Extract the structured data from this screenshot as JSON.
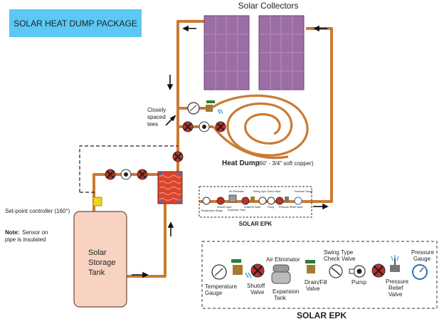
{
  "title": "SOLAR HEAT DUMP PACKAGE",
  "collectors_label": "Solar Collectors",
  "tees_label": [
    "Closely",
    "spaced",
    "tees"
  ],
  "heat_dump_label": "Heat Dump",
  "heat_dump_spec": "(60' - 3/4\" soft copper)",
  "setpoint_label": "Set-point controller (160°)",
  "note_bold": "Note:",
  "note_text": [
    "Sensor on",
    "pipe is insulated"
  ],
  "tank_label": [
    "Solar",
    "Storage",
    "Tank"
  ],
  "epk_small_title": "SOLAR EPK",
  "epk_small_items": [
    "Temperature Gauge",
    "Air Eliminator",
    "Shutoff Valve",
    "Expansion Tank",
    "Drain/Fill Valve",
    "Swing Type Check Valve",
    "Pump",
    "Pressure Relief Valve",
    "Pressure Gauge"
  ],
  "legend": {
    "title": "SOLAR EPK",
    "temp_gauge": [
      "Temperature",
      "Gauge"
    ],
    "shutoff": [
      "Shutoff",
      "Valve"
    ],
    "air_elim": "Air Eliminator",
    "expansion": [
      "Expansion",
      "Tank"
    ],
    "drain": [
      "Drain/Fill",
      "Valve"
    ],
    "check": [
      "Swing Type",
      "Check Valve"
    ],
    "pump": "Pump",
    "relief": [
      "Pressure",
      "Relief",
      "Valve"
    ],
    "pressure": [
      "Pressure",
      "Gauge"
    ]
  },
  "colors": {
    "pipe": "#cc7a33",
    "title_bg": "#5bc8f5",
    "collector": "#9b6fa3",
    "tank": "#f8d3c2",
    "valve": "#c0302a",
    "hx": "#d9452f"
  }
}
